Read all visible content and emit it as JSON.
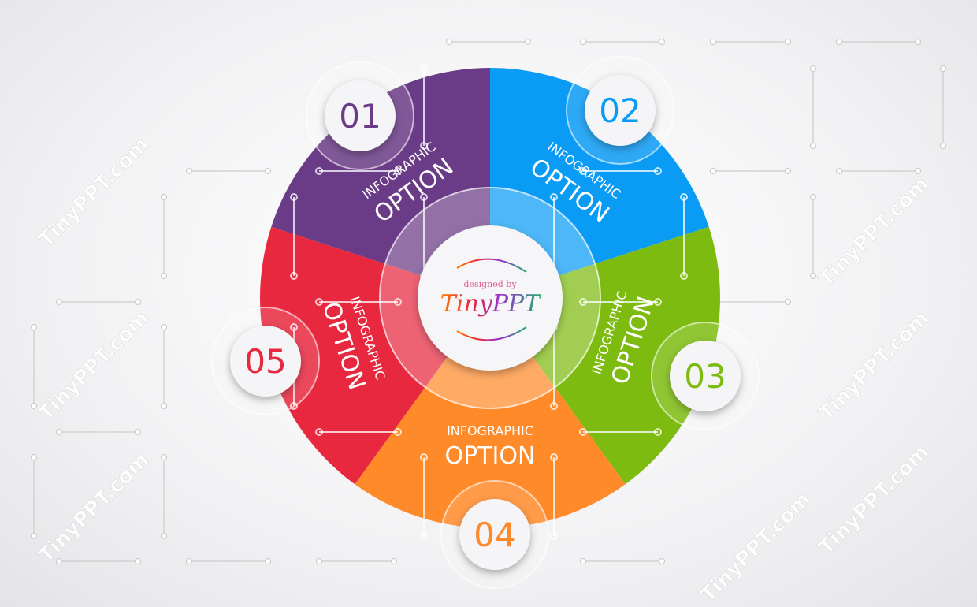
{
  "segments": [
    {
      "number": "01",
      "title": "INFOGRAPHIC",
      "subtitle": "OPTION",
      "color": "#6a3b86"
    },
    {
      "number": "02",
      "title": "INFOGRAPHIC",
      "subtitle": "OPTION",
      "color": "#0a9bf5"
    },
    {
      "number": "03",
      "title": "INFOGRAPHIC",
      "subtitle": "OPTION",
      "color": "#7dbb10"
    },
    {
      "number": "04",
      "title": "INFOGRAPHIC",
      "subtitle": "OPTION",
      "color": "#ff8a2a"
    },
    {
      "number": "05",
      "title": "INFOGRAPHIC",
      "subtitle": "OPTION",
      "color": "#e8283f"
    }
  ],
  "logo": {
    "line1": "designed by",
    "line2": "TinyPPT"
  },
  "watermark": "TinyPPT.com"
}
